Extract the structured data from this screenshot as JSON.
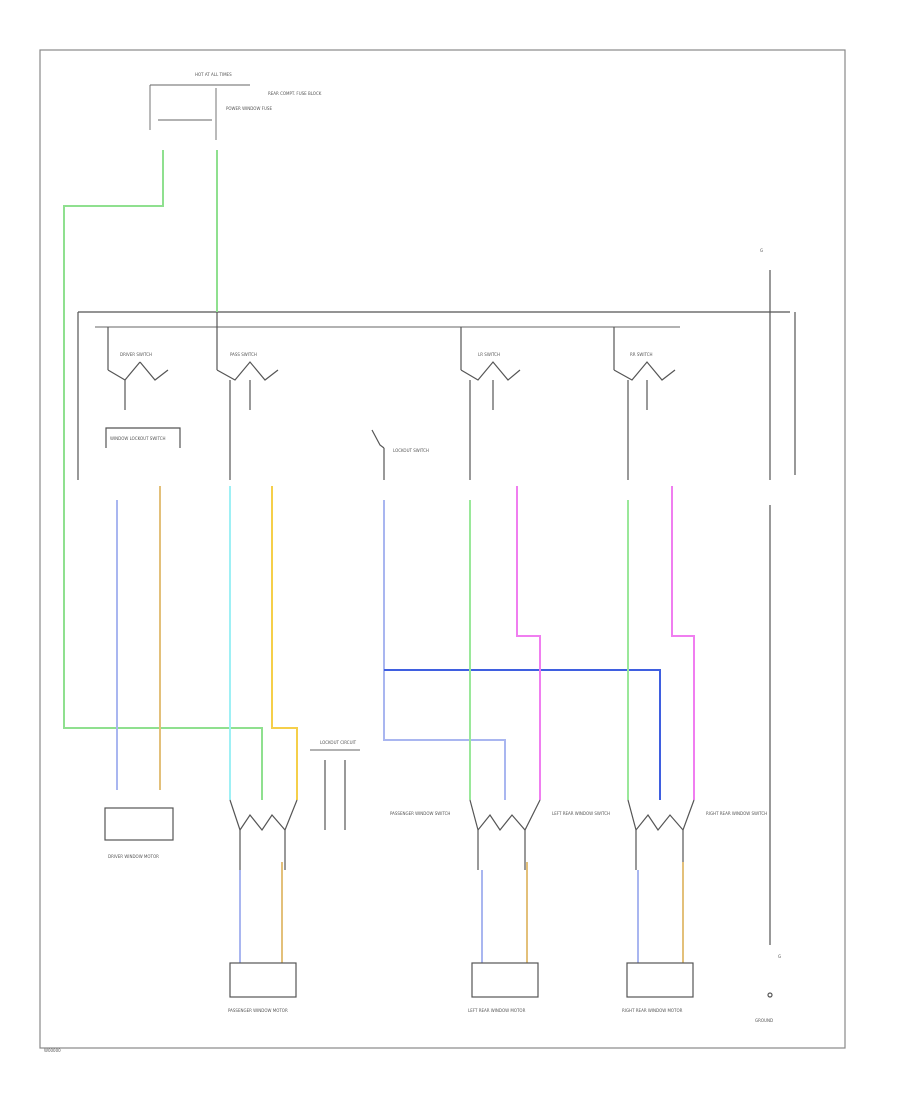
{
  "labels": {
    "hot_at_all_times": "HOT AT ALL TIMES",
    "fuse_block": "REAR COMPT. FUSE BLOCK",
    "fuse_note": "POWER WINDOW FUSE",
    "ground_top": "G",
    "window_lockout": "WINDOW LOCKOUT SWITCH",
    "driver_switch": "DRIVER SWITCH",
    "pass_switch": "PASS SWITCH",
    "lr_switch": "LR SWITCH",
    "rr_switch": "RR SWITCH",
    "lock_switch_label": "LOCKOUT SWITCH",
    "lockout_circuit": "LOCKOUT CIRCUIT",
    "driver_motor": "DRIVER WINDOW MOTOR",
    "pass_motor": "PASSENGER WINDOW MOTOR",
    "lr_motor": "LEFT REAR WINDOW MOTOR",
    "rr_motor": "RIGHT REAR WINDOW MOTOR",
    "lr_window_switch": "LEFT REAR WINDOW SWITCH",
    "rr_window_switch": "RIGHT REAR WINDOW SWITCH",
    "pass_window_switch": "PASSENGER WINDOW SWITCH",
    "ground_bottom": "G",
    "ground_label": "GROUND",
    "figure_id": "W00000"
  },
  "wire_colors": {
    "green": "#8fe08f",
    "light_blue": "#a9b6f0",
    "tan": "#e3c07a",
    "cyan": "#9ff0f5",
    "yellow": "#f5cf4a",
    "magenta": "#f07ef0",
    "blue": "#3f5fe0",
    "light_green": "#9ae89a",
    "black": "#555555"
  }
}
